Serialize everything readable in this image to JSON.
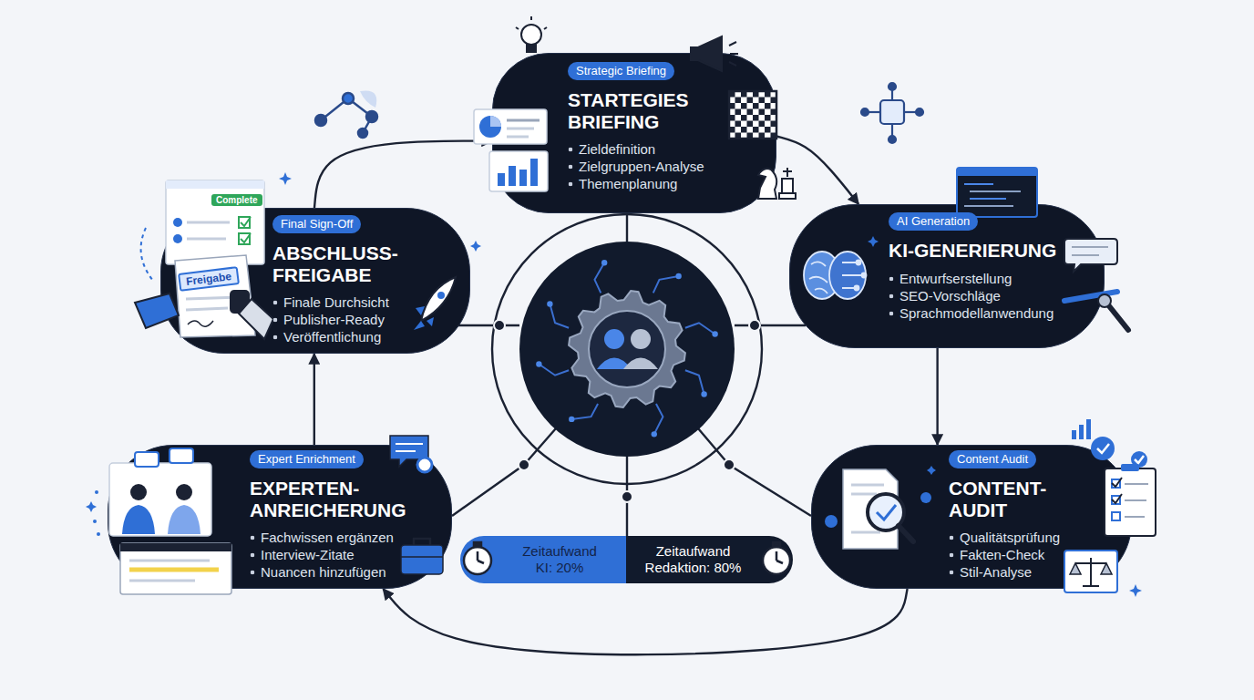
{
  "diagram": {
    "nodes": [
      {
        "text": [
          "Strategic Briefing",
          "STARTEGIES BRIEFING",
          "Zieldefinition",
          "Zielgruppen-Analyse",
          "Themenplanung"
        ]
      },
      {
        "text": [
          "AI Generation",
          "KI-GENERIERUNG",
          "Entwurfserstellung",
          "SEO-Vorschläge",
          "Sprachmodellanwendung"
        ]
      },
      {
        "text": [
          "Content Audit",
          "CONTENT- AUDIT",
          "Qualitätsprüfung",
          "Fakten-Check",
          "Stil-Analyse"
        ]
      },
      {
        "text": [
          "Expert Enrichment",
          "EXPERTEN- ANREICHERUNG",
          "Fachwissen ergänzen",
          "Interview-Zitate",
          "Nuancen hinzufügen"
        ]
      },
      {
        "text": [
          "Final Sign-Off",
          "ABSCHLUSS- FREIGABE",
          "Finale Durchsicht",
          "Publisher-Ready",
          "Veröffentlichung"
        ]
      },
      {
        "text": [
          "Zeitaufwand KI: 20%"
        ]
      },
      {
        "text": [
          "Zeitaufwand Redaktion: 80%"
        ]
      }
    ],
    "edges": [
      {
        "from": 0,
        "to": 1,
        "arrow": "to"
      },
      {
        "from": 1,
        "to": 2,
        "arrow": "to"
      },
      {
        "from": 2,
        "to": 3,
        "arrow": "to"
      },
      {
        "from": 3,
        "to": 4,
        "arrow": "to"
      },
      {
        "from": 4,
        "to": 0,
        "arrow": "to"
      }
    ],
    "labels": [
      "Complete",
      "Freigabe"
    ]
  }
}
